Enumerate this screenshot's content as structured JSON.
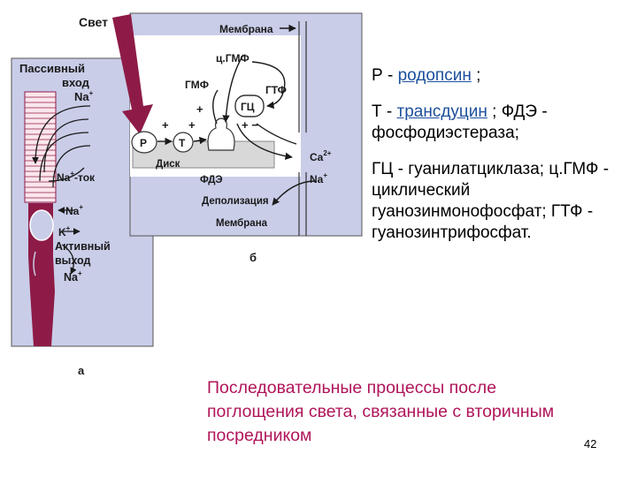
{
  "figure": {
    "labels": {
      "svet": "Свет",
      "membrana_top": "Мембрана",
      "cgmp": "ц.ГМФ",
      "gmp": "ГМФ",
      "gtp": "ГТФ",
      "gc": "ГЦ",
      "p": "Р",
      "t": "Т",
      "disk": "Диск",
      "pde": "ФДЭ",
      "ca": "Ca",
      "ca_sup": "2+",
      "na_right": "Na",
      "na_right_sup": "+",
      "depol": "Деполизация",
      "membrana_bottom": "Мембрана",
      "b": "б",
      "passive_1": "Пассивный",
      "passive_2": "вход",
      "passive_na": "Na",
      "passive_na_sup": "+",
      "na_tok": "Na",
      "na_tok_sup": "+",
      "na_tok_suffix": "-ток",
      "na_left": "Na",
      "na_left_sup": "+",
      "k_left": "K",
      "k_left_sup": "+",
      "active_1": "Активный",
      "active_2": "выход",
      "active_na": "Na",
      "active_na_sup": "+",
      "a": "а",
      "plus": "+",
      "minus": "−",
      "plusminus": "+ −"
    },
    "colors": {
      "panel": "#c9cde8",
      "membrane": "#8e1b47",
      "arrow": "#8e1b47"
    }
  },
  "legend": {
    "l1_pre": "Р - ",
    "l1_link": "родопсин",
    "l1_post": " ;",
    "l2_pre": "Т - ",
    "l2_link": "трансдуцин",
    "l2_post": " ; ФДЭ - фосфодиэстераза;",
    "l3": "ГЦ - гуанилатциклаза; ц.ГМФ - циклический гуанозинмонофосфат; ГТФ - гуанозинтрифосфат."
  },
  "caption": "Последовательные процессы после поглощения света, связанные с вторичным посредником",
  "page_number": "42"
}
